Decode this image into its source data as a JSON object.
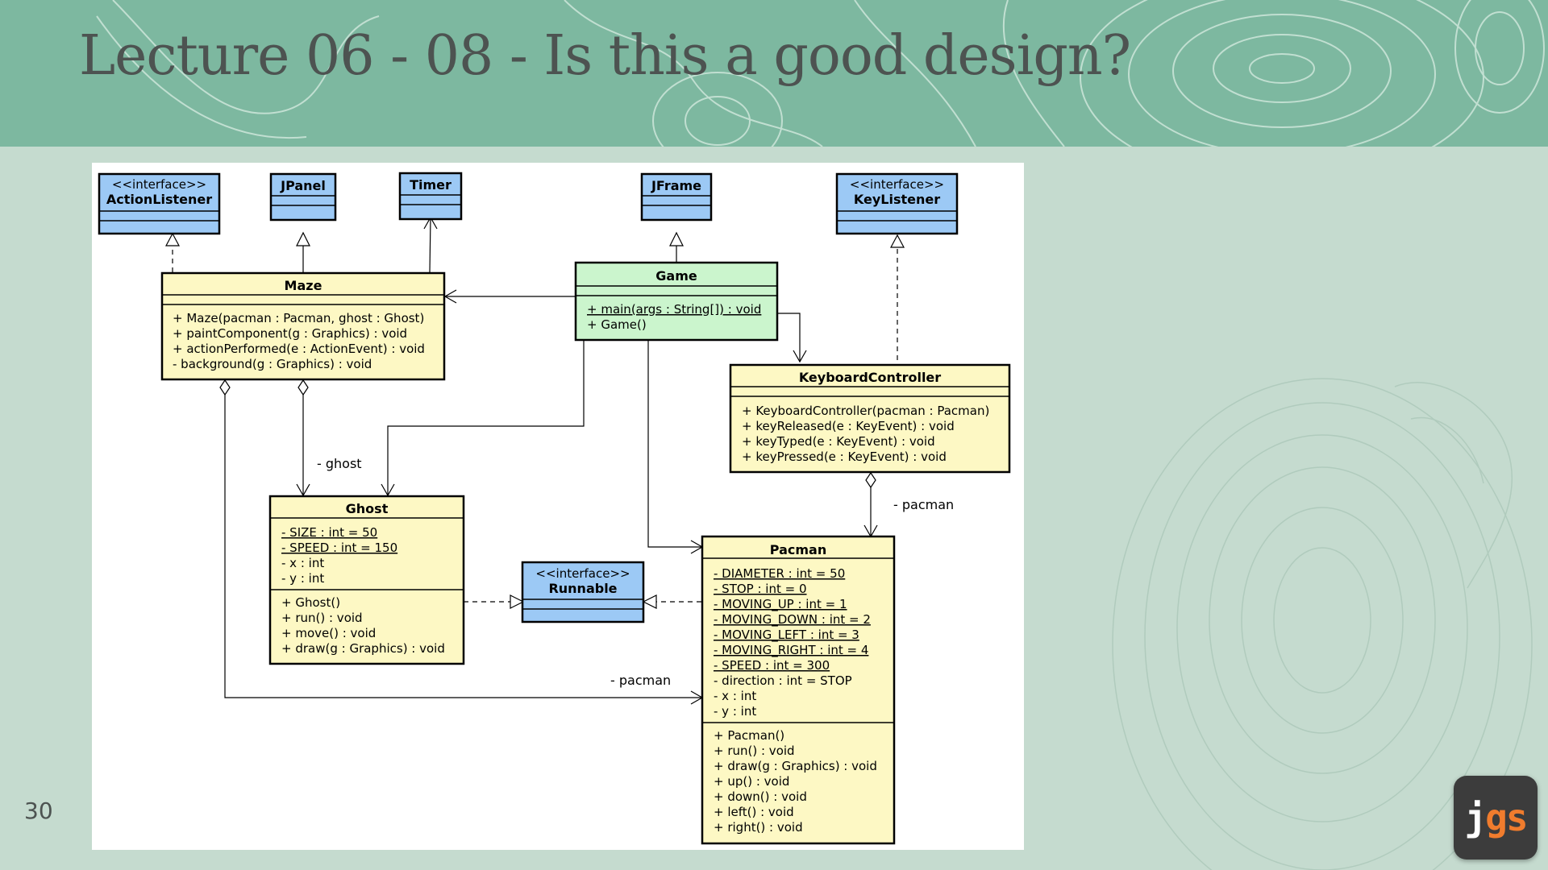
{
  "slide": {
    "title": "Lecture 06 - 08 - Is this a good design?",
    "number": "30",
    "logo": {
      "j": "j",
      "gs": "gs"
    }
  },
  "colors": {
    "header_bg": "#7db8a0",
    "page_bg": "#c5dbcf",
    "interface_fill": "#9cc9f5",
    "class_fill": "#fdf8c4",
    "main_class_fill": "#cbf5cd",
    "logo_accent": "#f07c2d"
  },
  "diagram": {
    "classes": {
      "action_listener": {
        "stereotype": "<<interface>>",
        "name": "ActionListener"
      },
      "jpanel": {
        "name": "JPanel"
      },
      "timer": {
        "name": "Timer"
      },
      "jframe": {
        "name": "JFrame"
      },
      "key_listener": {
        "stereotype": "<<interface>>",
        "name": "KeyListener"
      },
      "runnable": {
        "stereotype": "<<interface>>",
        "name": "Runnable"
      },
      "game": {
        "name": "Game",
        "methods": [
          "+ main(args : String[]) : void",
          "+ Game()"
        ]
      },
      "maze": {
        "name": "Maze",
        "methods": [
          "+ Maze(pacman : Pacman, ghost : Ghost)",
          "+ paintComponent(g : Graphics) : void",
          "+ actionPerformed(e : ActionEvent) : void",
          "- background(g : Graphics) : void"
        ]
      },
      "keyboard_controller": {
        "name": "KeyboardController",
        "methods": [
          "+ KeyboardController(pacman : Pacman)",
          "+ keyReleased(e : KeyEvent) : void",
          "+ keyTyped(e : KeyEvent) : void",
          "+ keyPressed(e : KeyEvent) : void"
        ]
      },
      "ghost": {
        "name": "Ghost",
        "attributes": [
          "- SIZE : int = 50",
          "- SPEED : int = 150",
          "- x : int",
          "- y : int"
        ],
        "methods": [
          "+ Ghost()",
          "+ run() : void",
          "+ move() : void",
          "+ draw(g : Graphics) : void"
        ]
      },
      "pacman": {
        "name": "Pacman",
        "attributes": [
          "- DIAMETER : int = 50",
          "- STOP : int = 0",
          "- MOVING_UP : int = 1",
          "- MOVING_DOWN : int = 2",
          "- MOVING_LEFT : int = 3",
          "- MOVING_RIGHT : int = 4",
          "- SPEED : int = 300",
          "- direction : int = STOP",
          "- x : int",
          "- y : int"
        ],
        "methods": [
          "+ Pacman()",
          "+ run() : void",
          "+ draw(g : Graphics) : void",
          "+ up() : void",
          "+ down() : void",
          "+ left() : void",
          "+ right() : void"
        ]
      }
    },
    "association_labels": {
      "maze_ghost": "- ghost",
      "keyboard_pacman": "- pacman",
      "maze_pacman": "- pacman"
    }
  }
}
